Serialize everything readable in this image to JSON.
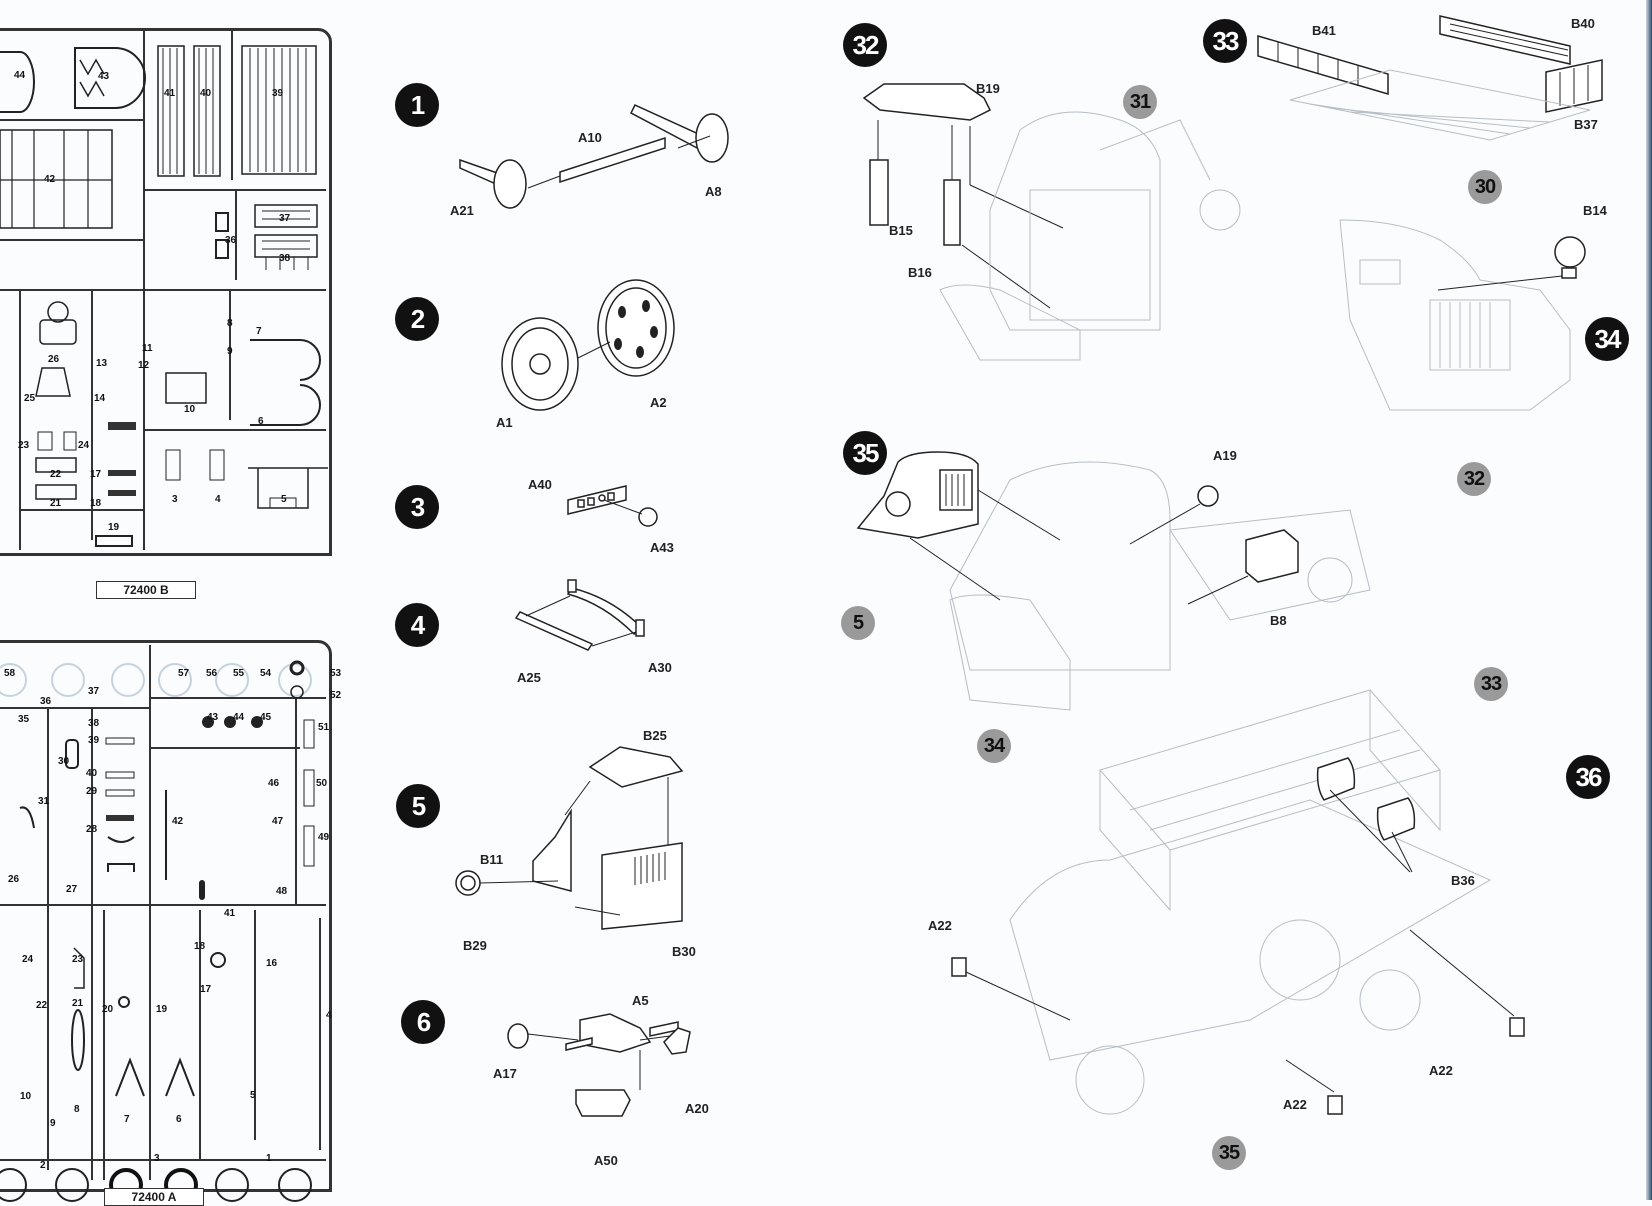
{
  "document": {
    "type": "model kit assembly instructions",
    "sprue_b": {
      "label": "72400 B",
      "part_numbers": [
        "44",
        "43",
        "41",
        "40",
        "39",
        "42",
        "37",
        "36",
        "38",
        "26",
        "13",
        "12",
        "11",
        "8",
        "9",
        "7",
        "25",
        "14",
        "10",
        "6",
        "23",
        "24",
        "22",
        "17",
        "21",
        "18",
        "19",
        "3",
        "4",
        "5"
      ]
    },
    "sprue_a": {
      "label": "72400 A",
      "part_numbers": [
        "58",
        "57",
        "56",
        "55",
        "54",
        "53",
        "52",
        "37",
        "36",
        "35",
        "38",
        "39",
        "43",
        "44",
        "45",
        "51",
        "30",
        "40",
        "29",
        "31",
        "46",
        "50",
        "28",
        "42",
        "47",
        "49",
        "26",
        "27",
        "48",
        "41",
        "24",
        "23",
        "18",
        "16",
        "22",
        "21",
        "20",
        "19",
        "17",
        "4",
        "10",
        "9",
        "8",
        "7",
        "6",
        "5",
        "2",
        "3",
        "1"
      ]
    },
    "left_steps": [
      {
        "number": "1",
        "parts": [
          "A10",
          "A21",
          "A8"
        ]
      },
      {
        "number": "2",
        "parts": [
          "A1",
          "A2"
        ]
      },
      {
        "number": "3",
        "parts": [
          "A40",
          "A43"
        ]
      },
      {
        "number": "4",
        "parts": [
          "A25",
          "A30"
        ]
      },
      {
        "number": "5",
        "parts": [
          "B25",
          "B11",
          "B29",
          "B30"
        ]
      },
      {
        "number": "6",
        "parts": [
          "A5",
          "A17",
          "A20",
          "A50"
        ]
      }
    ],
    "right_steps": [
      {
        "number": "32",
        "parts": [
          "B19",
          "B15",
          "B16"
        ],
        "references": [
          "31"
        ]
      },
      {
        "number": "33",
        "parts": [
          "B41",
          "B40",
          "B37"
        ],
        "references": [
          "30"
        ]
      },
      {
        "number": "34",
        "parts": [
          "B14"
        ],
        "references": [
          "32"
        ]
      },
      {
        "number": "35",
        "parts": [
          "A19",
          "B8"
        ],
        "references": [
          "5",
          "34"
        ]
      },
      {
        "number": "36",
        "parts": [
          "B36",
          "A22",
          "A22",
          "A22"
        ],
        "references": [
          "33",
          "35"
        ]
      }
    ]
  }
}
